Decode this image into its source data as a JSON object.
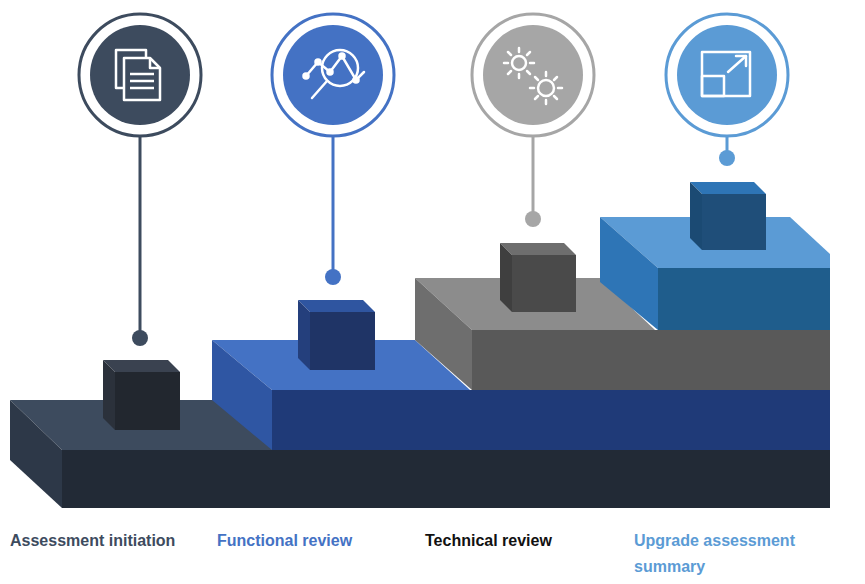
{
  "diagram": {
    "labels": [
      "Assessment initiation",
      "Functional review",
      "Technical review",
      "Upgrade assessment summary"
    ]
  }
}
